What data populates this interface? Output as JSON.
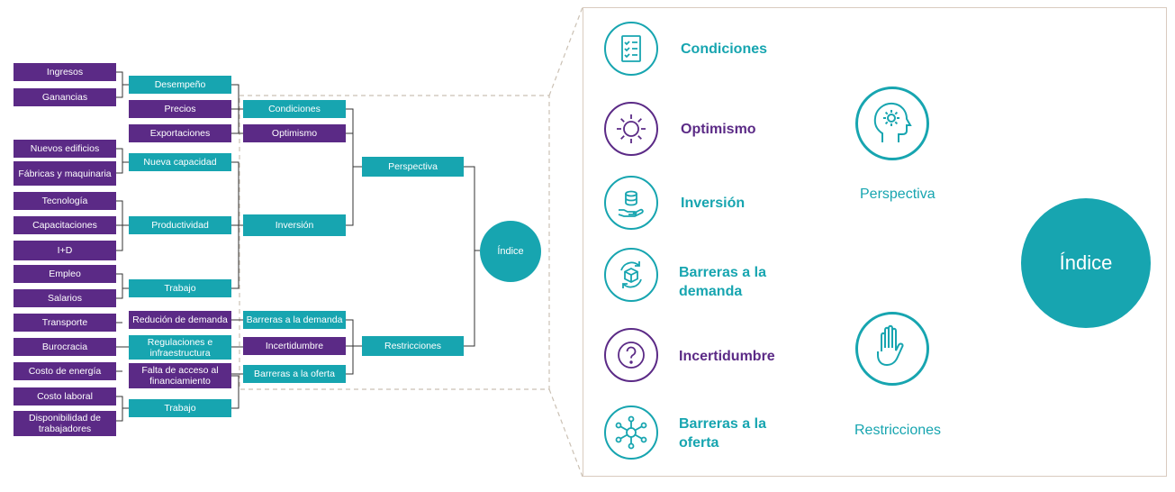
{
  "colors": {
    "purple": "#5b2a86",
    "teal": "#17a5b0",
    "panel_border": "#d9cbbf",
    "dash": "#cbc1b4"
  },
  "left": {
    "purple_col1": [
      "Ingresos",
      "Ganancias",
      "Nuevos edificios",
      "Fábricas y maquinaria",
      "Tecnología",
      "Capacitaciones",
      "I+D",
      "Empleo",
      "Salarios",
      "Transporte",
      "Burocracia",
      "Costo de energía",
      "Costo laboral",
      "Disponibilidad de trabajadores"
    ],
    "col2": [
      "Desempeño",
      "Precios",
      "Exportaciones",
      "Nueva capacidad",
      "Productividad",
      "Trabajo",
      "Redución de demanda",
      "Regulaciones e infraestructura",
      "Falta de acceso al financiamiento",
      "Trabajo"
    ],
    "col3": [
      "Condiciones",
      "Optimismo",
      "Inversión",
      "Barreras a la demanda",
      "Incertidumbre",
      "Barreras a la oferta"
    ],
    "col4": [
      "Perspectiva",
      "Restricciones"
    ],
    "index": "Índice"
  },
  "right": {
    "items": [
      "Condiciones",
      "Optimismo",
      "Inversión",
      "Barreras a la demanda",
      "Incertidumbre",
      "Barreras a la oferta"
    ],
    "groups": [
      "Perspectiva",
      "Restricciones"
    ],
    "index": "Índice",
    "icons": [
      "checklist-icon",
      "sun-icon",
      "coins-hand-icon",
      "cycle-box-icon",
      "question-icon",
      "network-icon",
      "head-gear-icon",
      "hand-stop-icon"
    ]
  }
}
